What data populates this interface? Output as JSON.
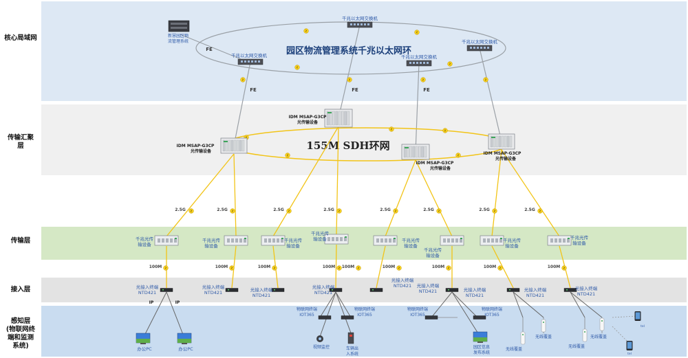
{
  "layers": [
    {
      "id": "core",
      "label": "核心局域网"
    },
    {
      "id": "agg",
      "label": "传输汇聚\n层"
    },
    {
      "id": "trans",
      "label": "传输层"
    },
    {
      "id": "access",
      "label": "接入层"
    },
    {
      "id": "sense",
      "label": "感知层\n(物联网终\n端和监测\n系统)"
    }
  ],
  "titles": {
    "core_ring": "园区物流管理系统千兆以太网环",
    "sdh_ring": "155M SDH环网"
  },
  "core": {
    "server_label_1": "新慧园区物",
    "server_label_2": "流管理系统",
    "switch_label": "千兆以太网交换机",
    "fe": "FE"
  },
  "msap": {
    "model": "IDM MSAP-G3CP",
    "desc": "光传输设备"
  },
  "trans": {
    "link": "2.5G",
    "dev1": "千兆光传",
    "dev2": "输设备"
  },
  "access": {
    "link": "100M",
    "t1": "光接入终端",
    "t2": "NTD421",
    "ip": "IP"
  },
  "sense": {
    "pc": "办公PC",
    "iot1": "物联网终端",
    "iot2": "IOT365",
    "camera": "视频监控",
    "gate1": "车辆出",
    "gate2": "入系统",
    "info1": "园区信息",
    "info2": "发布系统",
    "wifi": "无线覆盖",
    "phone": "tel"
  }
}
